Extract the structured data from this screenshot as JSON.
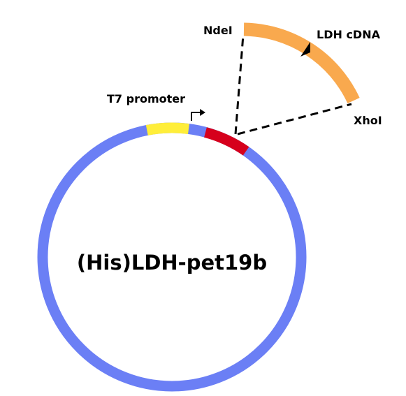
{
  "plasmid": {
    "name": "(His)LDH-pet19b",
    "backbone_color": "#6b7ff5"
  },
  "promoter": {
    "label": "T7 promoter",
    "color": "#ffee3a"
  },
  "insert_site": {
    "color": "#d6001c"
  },
  "insert": {
    "label": "LDH cDNA",
    "color": "#f9a94e"
  },
  "restriction_sites": {
    "left": "NdeI",
    "right": "XhoI"
  }
}
